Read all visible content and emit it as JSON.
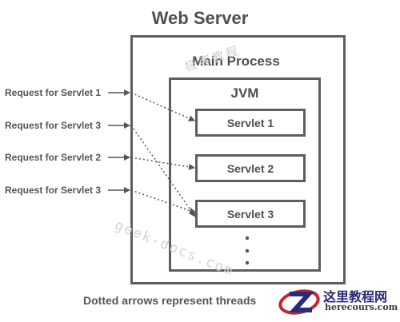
{
  "title": "Web Server",
  "process_label": "Main Process",
  "jvm_label": "JVM",
  "servlets": [
    "Servlet 1",
    "Servlet 2",
    "Servlet 3"
  ],
  "requests": [
    "Request for Servlet 1",
    "Request for Servlet 3",
    "Request for Servlet 2",
    "Request for Servlet 3"
  ],
  "caption": "Dotted arrows represent threads",
  "watermarks": {
    "cn": "极客教程",
    "geek": "geek-docs.com"
  },
  "logo": {
    "cn": "这里教程网",
    "url": "herecours.com",
    "accent": "#c0262d",
    "brand": "#2a2a7a"
  },
  "colors": {
    "box_border": "#5e5e5e",
    "arrow": "#555555"
  }
}
